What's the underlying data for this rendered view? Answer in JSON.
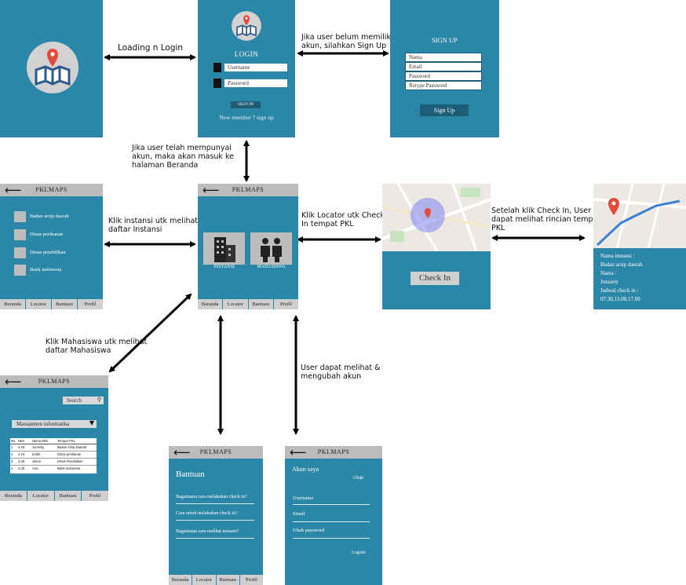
{
  "annotations": {
    "loading_login": "Loading n Login",
    "signup_hint_1": "Jika user belum memiliki",
    "signup_hint_2": "akun, silahkan Sign Up",
    "has_account_1": "Jika user telah mempunyai",
    "has_account_2": "akun, maka akan masuk ke",
    "has_account_3": "halaman Beranda",
    "instansi_hint_1": "Klik instansi utk melihat",
    "instansi_hint_2": "daftar Instansi",
    "locator_hint_1": "Klik Locator utk Check",
    "locator_hint_2": "In tempat PKL",
    "checkin_hint_1": "Setelah klik Check In, User",
    "checkin_hint_2": "dapat melihat rincian tempat",
    "checkin_hint_3": "PKL",
    "mahasiswa_hint_1": "Klik Mahasiswa utk melihat",
    "mahasiswa_hint_2": "daftar Mahasiswa",
    "akun_hint_1": "User dapat melihat &",
    "akun_hint_2": "mengubah akun"
  },
  "app_name": "PKLMAPS",
  "login": {
    "title": "LOGIN",
    "username_placeholder": "Username",
    "password_placeholder": "Password",
    "signin_button": "SIGN IN",
    "new_member": "New member ? sign up"
  },
  "signup": {
    "title": "SIGN UP",
    "fields": [
      "Nama",
      "Email",
      "Password",
      "Retype Password"
    ],
    "button": "Sign Up"
  },
  "tabs": [
    "Beranda",
    "Locator",
    "Bantuan",
    "Profil"
  ],
  "instansi_list": {
    "items": [
      "Badan arsip daerah",
      "Dinas perikanan",
      "Dinas pendidikan",
      "Bank indonesia"
    ]
  },
  "beranda": {
    "tile_instansi": "INSTANSI",
    "tile_mahasiswa": "MAHASISWA"
  },
  "locator": {
    "checkin_button": "Check In"
  },
  "detail": {
    "lines": [
      "Nama instansi :",
      "Badan arsip daerah",
      "Nama :",
      "Junsiety",
      "Jadwal check in :",
      "07.30,13.00,17.00"
    ]
  },
  "mahasiswa": {
    "search_placeholder": "Search",
    "dropdown_value": "Manajemen informatika",
    "table_headers": [
      "No",
      "NIM",
      "Nama Mhs",
      "Tempat PKL"
    ],
    "rows": [
      [
        "1",
        "4.23",
        "Junsiety",
        "Badan Arsip Daerah"
      ],
      [
        "2",
        "4.24",
        "Indah",
        "Dinas perikanan"
      ],
      [
        "3",
        "4.25",
        "Jason",
        "Dinas Pendidikan"
      ],
      [
        "4",
        "4.26",
        "Ana",
        "Bank Indonesia"
      ]
    ]
  },
  "bantuan": {
    "title": "Bantuan",
    "questions": [
      "Bagaimana cara melakukan check in?",
      "Cara untuk melakukan check in?",
      "Bagaimana cara melihat instansi?"
    ]
  },
  "akun": {
    "title": "Akun saya",
    "edit": "Ubah",
    "fields": [
      "Username",
      "Email",
      "Ubah password"
    ],
    "logout": "Logout"
  },
  "colors": {
    "screen": "#2b87a8",
    "bar": "#bcbcbc",
    "pin": "#e24b3a",
    "map_icon": "#2b5a8a"
  }
}
